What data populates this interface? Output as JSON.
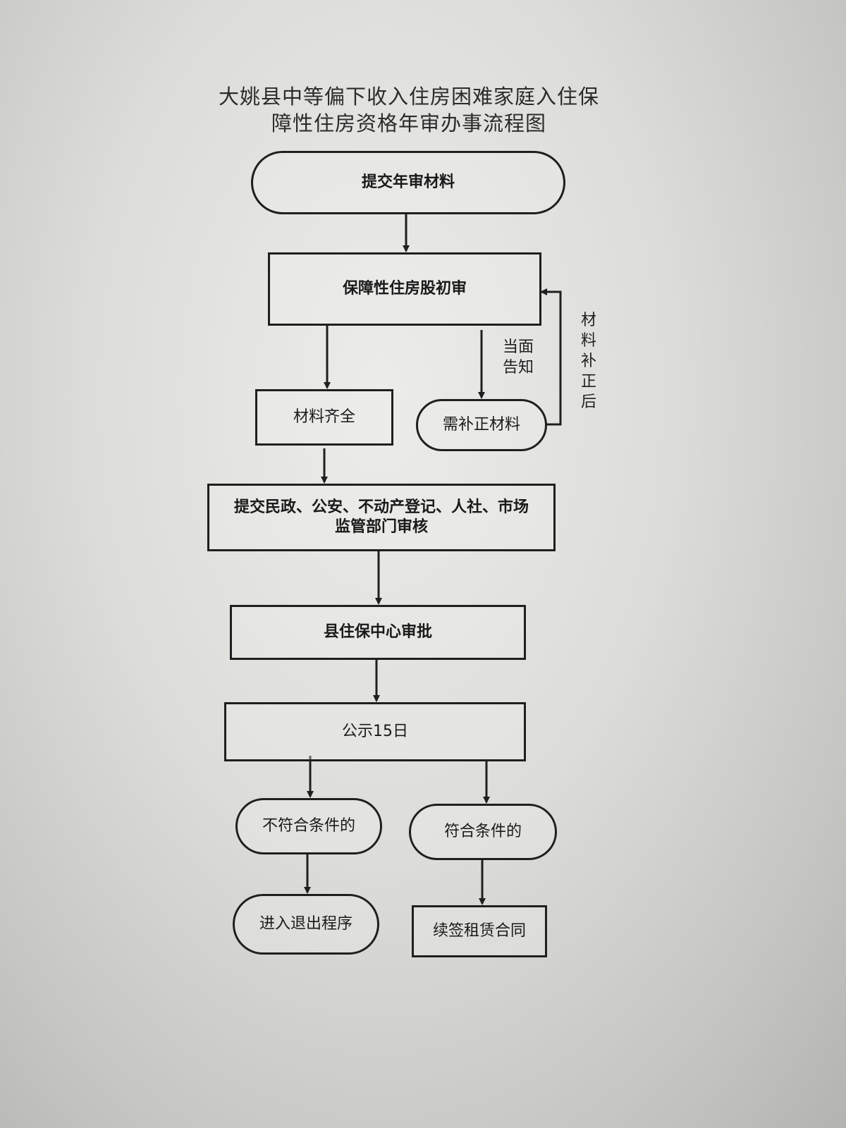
{
  "title": {
    "line1": "大姚县中等偏下收入住房困难家庭入住保",
    "line2": "障性住房资格年审办事流程图"
  },
  "nodes": {
    "submit_materials": "提交年审材料",
    "initial_review": "保障性住房股初审",
    "materials_complete": "材料齐全",
    "need_correction": "需补正材料",
    "department_review": {
      "line1": "提交民政、公安、不动产登记、人社、市场",
      "line2": "监管部门审核"
    },
    "center_approval": "县住保中心审批",
    "public_notice": "公示15日",
    "not_qualified": "不符合条件的",
    "qualified": "符合条件的",
    "exit_procedure": "进入退出程序",
    "renew_lease": "续签租赁合同"
  },
  "labels": {
    "notify": {
      "line1": "当面",
      "line2": "告知"
    },
    "after_correction": [
      "材",
      "料",
      "补",
      "正",
      "后"
    ]
  }
}
